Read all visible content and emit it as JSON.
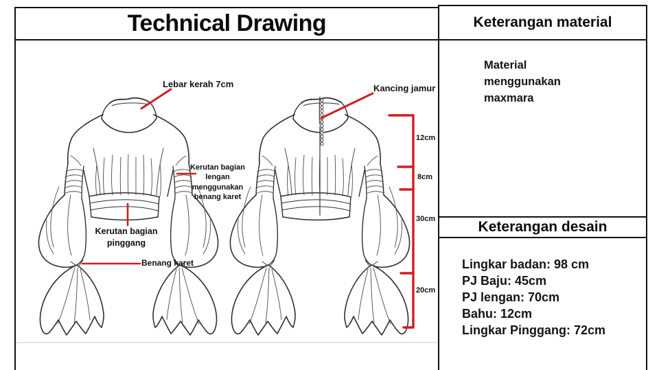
{
  "title": "Technical Drawing",
  "annotations": {
    "collar": "Lebar kerah 7cm",
    "button": "Kancing jamur",
    "sleeve_shirring": "Kerutan bagian\nlengan\nmenggunakan\nbenang karet",
    "waist_shirring": "Kerutan bagian\npinggang",
    "elastic": "Benang karet"
  },
  "measurements": [
    "12cm",
    "8cm",
    "30cm",
    "20cm"
  ],
  "material": {
    "header": "Keterangan material",
    "body": "Material\nmenggunakan\nmaxmara"
  },
  "design": {
    "header": "Keterangan desain",
    "items": [
      "Lingkar badan: 98 cm",
      "PJ Baju: 45cm",
      "PJ lengan: 70cm",
      "Bahu: 12cm",
      "Lingkar Pinggang: 72cm"
    ]
  },
  "colors": {
    "annotation_red": "#cf1e22",
    "frame_black": "#101010",
    "sketch_ink": "#2f2f2f"
  }
}
